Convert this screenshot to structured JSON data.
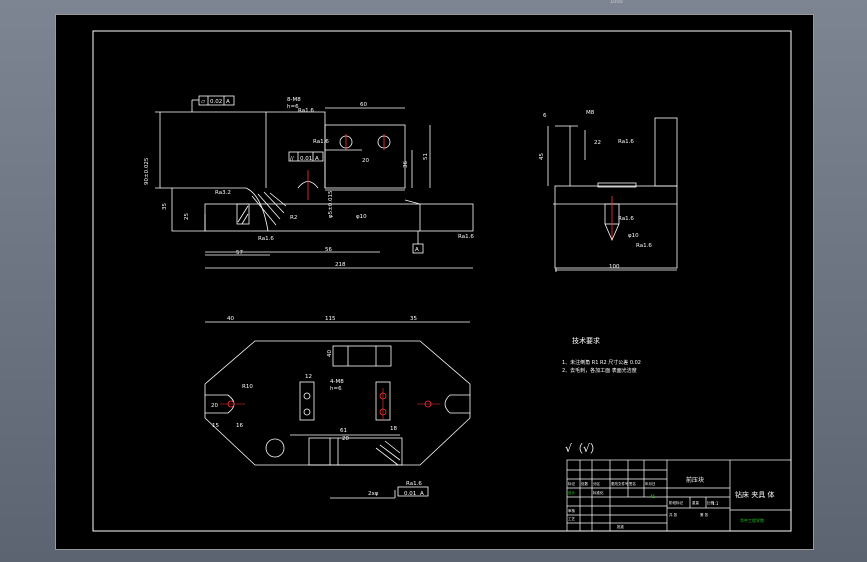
{
  "top_dim": "1000",
  "front_view": {
    "flatness_box": [
      "▱",
      "0.02",
      "A"
    ],
    "hole_note": [
      "8-M8",
      "h=6"
    ],
    "rough": "Ra1.6",
    "dim_60": "60",
    "dim_20": "20",
    "dim_36": "36",
    "dim_51": "51",
    "dim_35": "35",
    "dim_25": "25",
    "dim_phi": "φ10",
    "dim_r": "R2",
    "dim_57": "57",
    "dim_56": "56",
    "dim_218": "218",
    "vert_dim": "90±0.025",
    "vert_dim2": "φ5±0.015",
    "parallel_box": [
      "//",
      "0.01",
      "A"
    ],
    "datum": "A",
    "rough_items": [
      "Ra1.6",
      "Ra1.6",
      "Ra3.2",
      "Ra1.6",
      "Ra1.6"
    ]
  },
  "side_view": {
    "dim_6": "6",
    "dim_m8": "M8",
    "dim_45": "45",
    "dim_22": "22",
    "dim_100": "100",
    "dim_phi": "φ10",
    "rough": [
      "Ra1.6",
      "Ra1.6",
      "Ra1.6"
    ]
  },
  "top_view": {
    "dim_40": "40",
    "dim_115": "115",
    "dim_35": "35",
    "dim_40b": "40",
    "dim_12": "12",
    "dim_15": "15",
    "dim_20": "20",
    "dim_16": "16",
    "dim_18": "18",
    "dim_r10": "R10",
    "dim_61": "61",
    "dim_20b": "20",
    "note": [
      "4-M8",
      "h=6"
    ],
    "perp_box": [
      "2xφ",
      "0.01",
      "A"
    ],
    "rough": "Ra1.6"
  },
  "tech": {
    "title": "技术要求",
    "lines": [
      "1、未注倒角 R1 R2 尺寸公差 0.02",
      "2、去毛刺，各加工面 表面光洁度"
    ]
  },
  "rough_symbol": "√（√）",
  "title_block": {
    "part_name": "前压块",
    "title": "钻床 夹具 体",
    "school": "华中工程学院",
    "material": "45",
    "scale": "1:1",
    "labels": [
      "标记",
      "处数",
      "分区",
      "更改文件号",
      "签名",
      "年月日",
      "设计",
      "审核",
      "工艺",
      "标准化",
      "批准",
      "阶段标记",
      "重量",
      "比例",
      "共 张",
      "第 张"
    ]
  },
  "colors": {
    "line": "#ffffff",
    "center": "#ff3030",
    "dim": "#d8d8d8",
    "green": "#22cc22"
  }
}
